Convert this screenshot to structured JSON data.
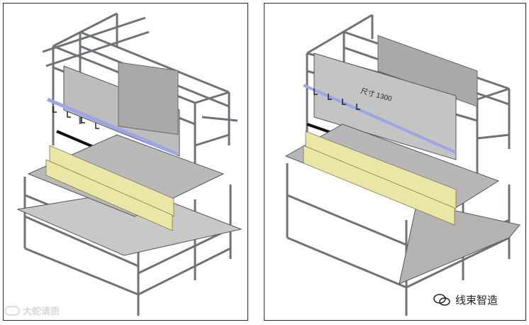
{
  "left_panel": {},
  "right_panel": {
    "dimension_label": "尺寸 1300"
  },
  "watermarks": {
    "left_text": "大蛇请质",
    "right_text": "线束智造"
  },
  "colors": {
    "frame": "#8c9094",
    "panel_gray": "#bfbfbf",
    "bin_yellow": "#ece6a6",
    "rail_blue": "#9aa6e6",
    "black_rail": "#111111"
  }
}
